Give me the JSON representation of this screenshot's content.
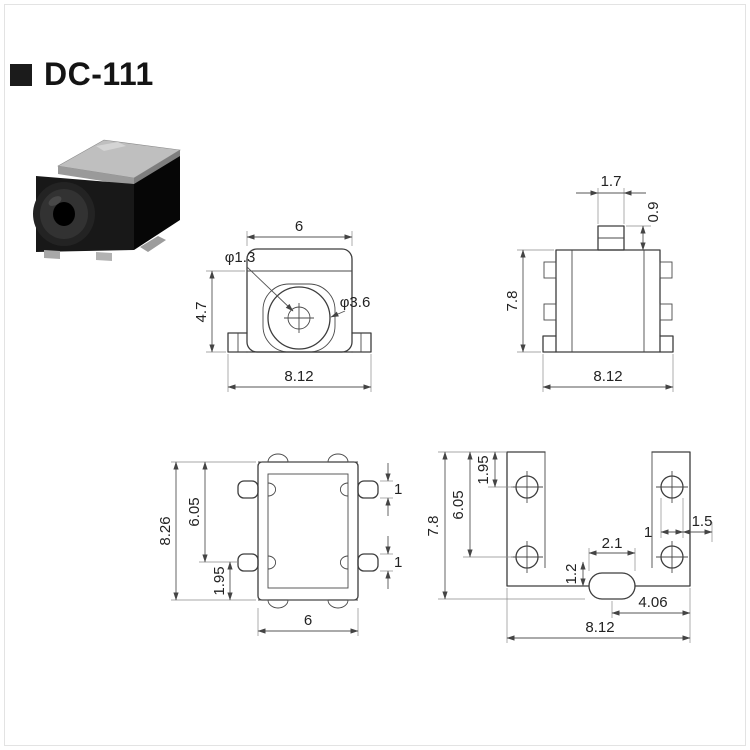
{
  "header": {
    "title": "DC-111"
  },
  "front": {
    "top_width": "6",
    "height": "4.7",
    "bottom_width": "8.12",
    "pin_dia": "φ1.3",
    "barrel_dia": "φ3.6"
  },
  "side": {
    "tab_width": "1.7",
    "tab_height": "0.9",
    "height": "7.8",
    "bottom_width": "8.12"
  },
  "top": {
    "total_height": "8.26",
    "inner_height": "6.05",
    "pin_offset": "1.95",
    "width": "6",
    "pin_w1": "1",
    "pin_w2": "1"
  },
  "footprint": {
    "pad_offset": "1.95",
    "pad_span": "6.05",
    "total_height": "7.8",
    "slot_offset": "1.2",
    "slot_width": "2.1",
    "pad_w": "1",
    "pad_edge": "1.5",
    "slot_to_edge": "4.06",
    "total_width": "8.12"
  }
}
